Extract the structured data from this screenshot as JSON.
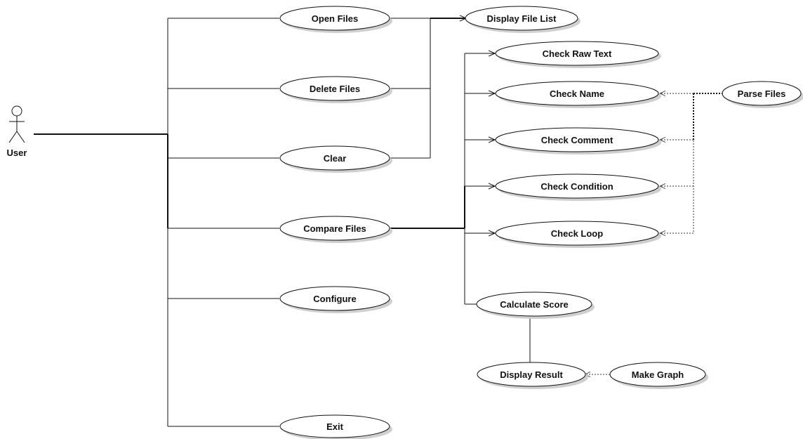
{
  "actor": {
    "label": "User"
  },
  "use_cases": {
    "open_files": "Open Files",
    "delete_files": "Delete Files",
    "clear": "Clear",
    "compare_files": "Compare Files",
    "configure": "Configure",
    "exit": "Exit",
    "display_file_list": "Display File List",
    "check_raw_text": "Check Raw Text",
    "check_name": "Check Name",
    "check_comment": "Check Comment",
    "check_condition": "Check Condition",
    "check_loop": "Check Loop",
    "calculate_score": "Calculate Score",
    "display_result": "Display Result",
    "make_graph": "Make Graph",
    "parse_files": "Parse Files"
  }
}
